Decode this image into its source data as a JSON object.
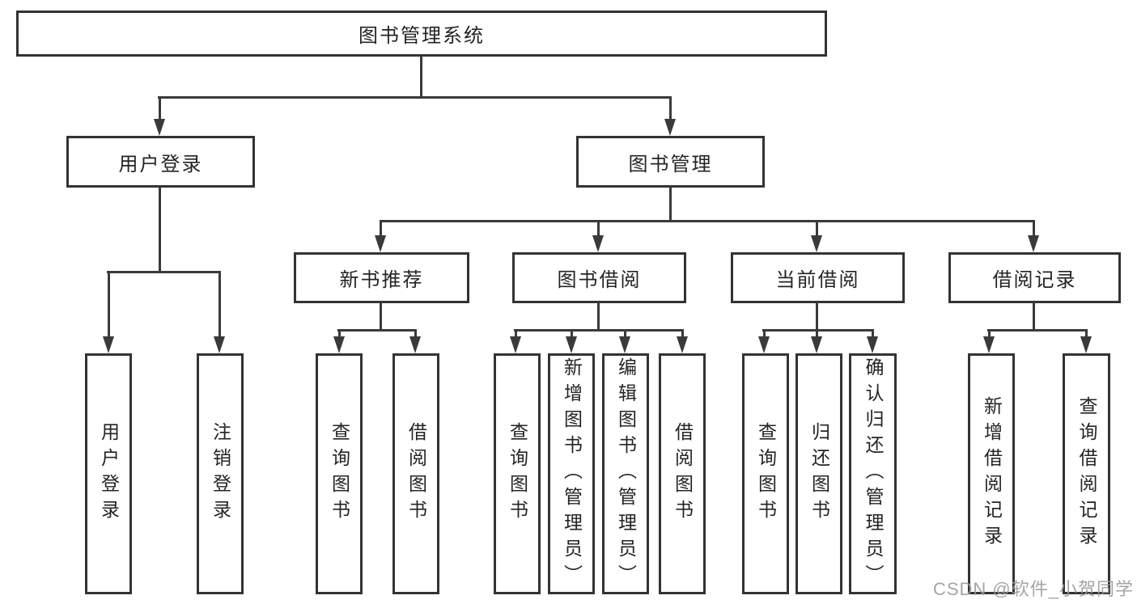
{
  "diagram": {
    "watermark": "CSDN @软件_小贺同学",
    "colors": {
      "line": "#3a3a3a",
      "border": "#333333",
      "text": "#242424",
      "watermark": "#9b9b9b",
      "background": "#ffffff"
    },
    "tree": {
      "root": {
        "label": "图书管理系统",
        "children": [
          {
            "label": "用户登录",
            "children": [
              {
                "label": "用户登录"
              },
              {
                "label": "注销登录"
              }
            ]
          },
          {
            "label": "图书管理",
            "children": [
              {
                "label": "新书推荐",
                "children": [
                  {
                    "label": "查询图书"
                  },
                  {
                    "label": "借阅图书"
                  }
                ]
              },
              {
                "label": "图书借阅",
                "children": [
                  {
                    "label": "查询图书"
                  },
                  {
                    "label": "新增图书（管理员）"
                  },
                  {
                    "label": "编辑图书（管理员）"
                  },
                  {
                    "label": "借阅图书"
                  }
                ]
              },
              {
                "label": "当前借阅",
                "children": [
                  {
                    "label": "查询图书"
                  },
                  {
                    "label": "归还图书"
                  },
                  {
                    "label": "确认归还（管理员）"
                  }
                ]
              },
              {
                "label": "借阅记录",
                "children": [
                  {
                    "label": "新增借阅记录"
                  },
                  {
                    "label": "查询借阅记录"
                  }
                ]
              }
            ]
          }
        ]
      }
    }
  }
}
